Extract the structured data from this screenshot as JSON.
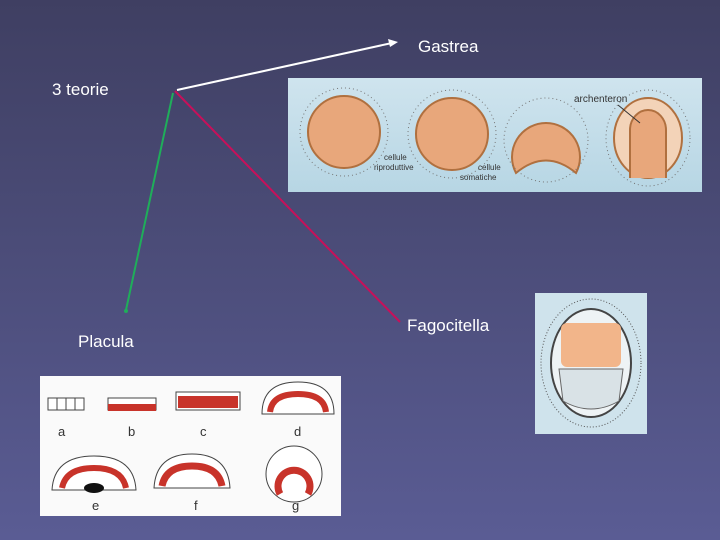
{
  "title": "3 teorie",
  "theories": {
    "gastrea": {
      "label": "Gastrea",
      "figure_labels": {
        "archenteron": "archenteron",
        "cellule_riproduttive": [
          "cellule",
          "riproduttive"
        ],
        "cellule_somatiche": [
          "cellule",
          "somatiche"
        ]
      }
    },
    "placula": {
      "label": "Placula",
      "stages": [
        "a",
        "b",
        "c",
        "d",
        "e",
        "f",
        "g"
      ]
    },
    "fagocitella": {
      "label": "Fagocitella"
    }
  },
  "colors": {
    "arrow_gastrea": "#ffffff",
    "arrow_fagocitella": "#c8105a",
    "arrow_placula": "#1fae5a",
    "embryo_orange": "#e8a77b",
    "cell_red": "#c8332a"
  }
}
